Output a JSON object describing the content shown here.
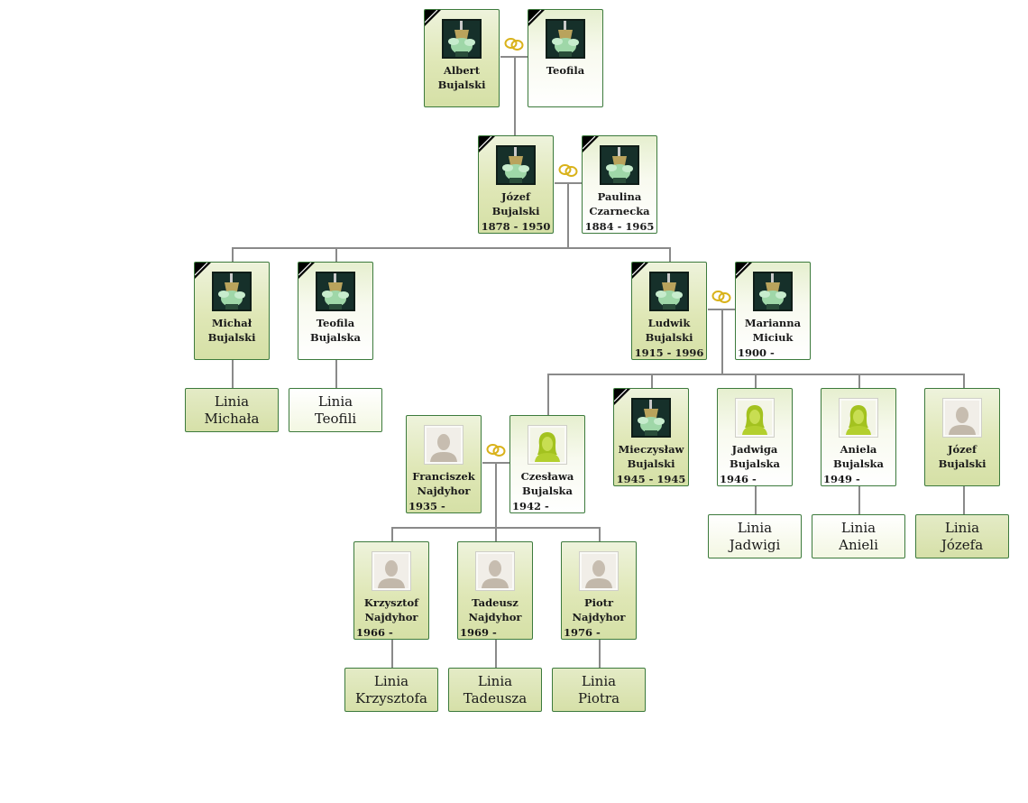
{
  "persons": [
    {
      "id": "albert",
      "name": [
        "Albert",
        "Bujalski"
      ],
      "dates": "",
      "gender": "m",
      "photo": "deceased",
      "ribbon": true
    },
    {
      "id": "teofila1",
      "name": [
        "Teofila"
      ],
      "dates": "",
      "gender": "f",
      "photo": "deceased",
      "ribbon": true
    },
    {
      "id": "jozef1",
      "name": [
        "Józef",
        "Bujalski"
      ],
      "dates": "1878 - 1950",
      "gender": "m",
      "photo": "deceased",
      "ribbon": true
    },
    {
      "id": "paulina",
      "name": [
        "Paulina",
        "Czarnecka"
      ],
      "dates": "1884 - 1965",
      "gender": "f",
      "photo": "deceased",
      "ribbon": true
    },
    {
      "id": "michal",
      "name": [
        "Michał",
        "Bujalski"
      ],
      "dates": "",
      "gender": "m",
      "photo": "deceased",
      "ribbon": true
    },
    {
      "id": "teofila2",
      "name": [
        "Teofila",
        "Bujalska"
      ],
      "dates": "",
      "gender": "f",
      "photo": "deceased",
      "ribbon": true
    },
    {
      "id": "ludwik",
      "name": [
        "Ludwik",
        "Bujalski"
      ],
      "dates": "1915 - 1996",
      "gender": "m",
      "photo": "deceased",
      "ribbon": true
    },
    {
      "id": "marianna",
      "name": [
        "Marianna",
        "Miciuk"
      ],
      "dates": "1900 -",
      "gender": "f",
      "photo": "deceased",
      "ribbon": true
    },
    {
      "id": "franciszek",
      "name": [
        "Franciszek",
        "Najdyhor"
      ],
      "dates": "1935 -",
      "gender": "m",
      "photo": "male",
      "ribbon": false
    },
    {
      "id": "czeslawa",
      "name": [
        "Czesława",
        "Bujalska"
      ],
      "dates": "1942 -",
      "gender": "f",
      "photo": "female",
      "ribbon": false
    },
    {
      "id": "mieczyslaw",
      "name": [
        "Mieczysław",
        "Bujalski"
      ],
      "dates": "1945 - 1945",
      "gender": "m",
      "photo": "deceased",
      "ribbon": true
    },
    {
      "id": "jadwiga",
      "name": [
        "Jadwiga",
        "Bujalska"
      ],
      "dates": "1946 -",
      "gender": "f",
      "photo": "female",
      "ribbon": false
    },
    {
      "id": "aniela",
      "name": [
        "Aniela",
        "Bujalska"
      ],
      "dates": "1949 -",
      "gender": "f",
      "photo": "female",
      "ribbon": false
    },
    {
      "id": "jozef2",
      "name": [
        "Józef",
        "Bujalski"
      ],
      "dates": "",
      "gender": "m",
      "photo": "male",
      "ribbon": false
    },
    {
      "id": "krzysztof",
      "name": [
        "Krzysztof",
        "Najdyhor"
      ],
      "dates": "1966 -",
      "gender": "m",
      "photo": "male",
      "ribbon": false
    },
    {
      "id": "tadeusz",
      "name": [
        "Tadeusz",
        "Najdyhor"
      ],
      "dates": "1969 -",
      "gender": "m",
      "photo": "male",
      "ribbon": false
    },
    {
      "id": "piotr",
      "name": [
        "Piotr",
        "Najdyhor"
      ],
      "dates": "1976 -",
      "gender": "m",
      "photo": "male",
      "ribbon": false
    }
  ],
  "lines": [
    {
      "id": "linia-michala",
      "text": [
        "Linia",
        "Michała"
      ],
      "gender": "m"
    },
    {
      "id": "linia-teofili",
      "text": [
        "Linia",
        "Teofili"
      ],
      "gender": "f"
    },
    {
      "id": "linia-jadwigi",
      "text": [
        "Linia",
        "Jadwigi"
      ],
      "gender": "f"
    },
    {
      "id": "linia-anieli",
      "text": [
        "Linia",
        "Anieli"
      ],
      "gender": "f"
    },
    {
      "id": "linia-jozefa",
      "text": [
        "Linia",
        "Józefa"
      ],
      "gender": "m"
    },
    {
      "id": "linia-krzysztofa",
      "text": [
        "Linia",
        "Krzysztofa"
      ],
      "gender": "m"
    },
    {
      "id": "linia-tadeusza",
      "text": [
        "Linia",
        "Tadeusza"
      ],
      "gender": "m"
    },
    {
      "id": "linia-piotra",
      "text": [
        "Linia",
        "Piotra"
      ],
      "gender": "m"
    }
  ],
  "colors": {
    "border": "#3c7a3c",
    "connector": "#8a8a8a",
    "rings": "#d9b21a",
    "ribbon": "#000000"
  }
}
